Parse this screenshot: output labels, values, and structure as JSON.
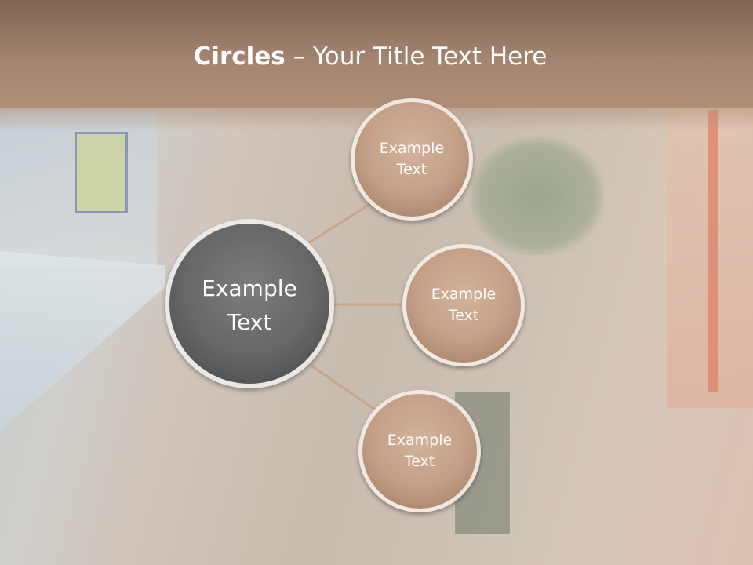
{
  "slide": {
    "title_bold": "Circles",
    "title_rest": " – Your Title Text Here"
  },
  "diagram": {
    "center": {
      "line1": "Example",
      "line2": "Text"
    },
    "satellites": [
      {
        "line1": "Example",
        "line2": "Text"
      },
      {
        "line1": "Example",
        "line2": "Text"
      },
      {
        "line1": "Example",
        "line2": "Text"
      }
    ]
  },
  "colors": {
    "header": "#a38470",
    "center_circle": "#6b6b6b",
    "satellite_circle": "#c7a58c",
    "connector": "#c8a488"
  }
}
